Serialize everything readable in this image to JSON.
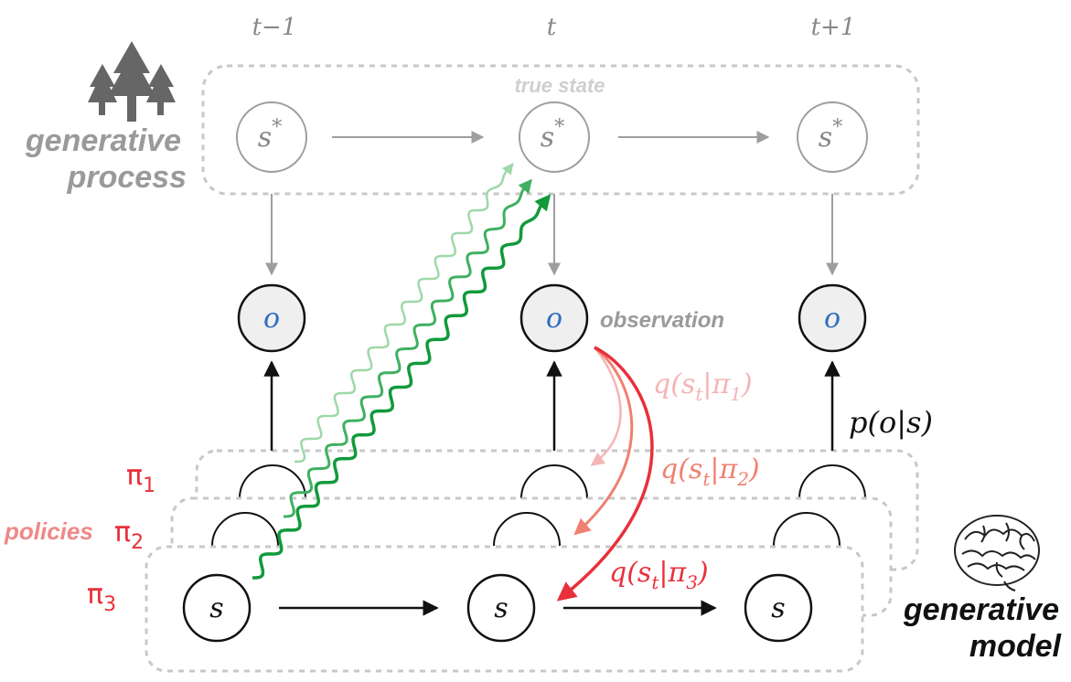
{
  "time_labels": {
    "prev": "t−1",
    "curr": "t",
    "next": "t+1"
  },
  "process": {
    "title_line1": "generative",
    "title_line2": "process",
    "box_label": "true state",
    "state_symbol": "s",
    "state_sup": "*",
    "icon": "trees-icon"
  },
  "observation": {
    "symbol": "o",
    "label": "observation"
  },
  "likelihood": {
    "text": "p(o|s)"
  },
  "policies": {
    "label": "policies",
    "items": [
      {
        "symbol": "π",
        "sub": "1",
        "posterior_pre": "q(s",
        "posterior_sub": "t",
        "posterior_mid": "|π",
        "posterior_post": ")"
      },
      {
        "symbol": "π",
        "sub": "2",
        "posterior_pre": "q(s",
        "posterior_sub": "t",
        "posterior_mid": "|π",
        "posterior_post": ")"
      },
      {
        "symbol": "π",
        "sub": "3",
        "posterior_pre": "q(s",
        "posterior_sub": "t",
        "posterior_mid": "|π",
        "posterior_post": ")"
      }
    ]
  },
  "model": {
    "state_symbol": "s",
    "title_line1": "generative",
    "title_line2": "model",
    "icon": "brain-icon"
  },
  "colors": {
    "gray": "#9e9e9e",
    "dash": "#c8c8c8",
    "red": "#e8303a",
    "red_mid": "#f08070",
    "red_light": "#f5b4b4",
    "blue": "#2f6fc0",
    "green_dark": "#119a3b",
    "green_mid": "#3fb060",
    "green_light": "#9fd8a8",
    "obs_fill": "#efefef"
  }
}
